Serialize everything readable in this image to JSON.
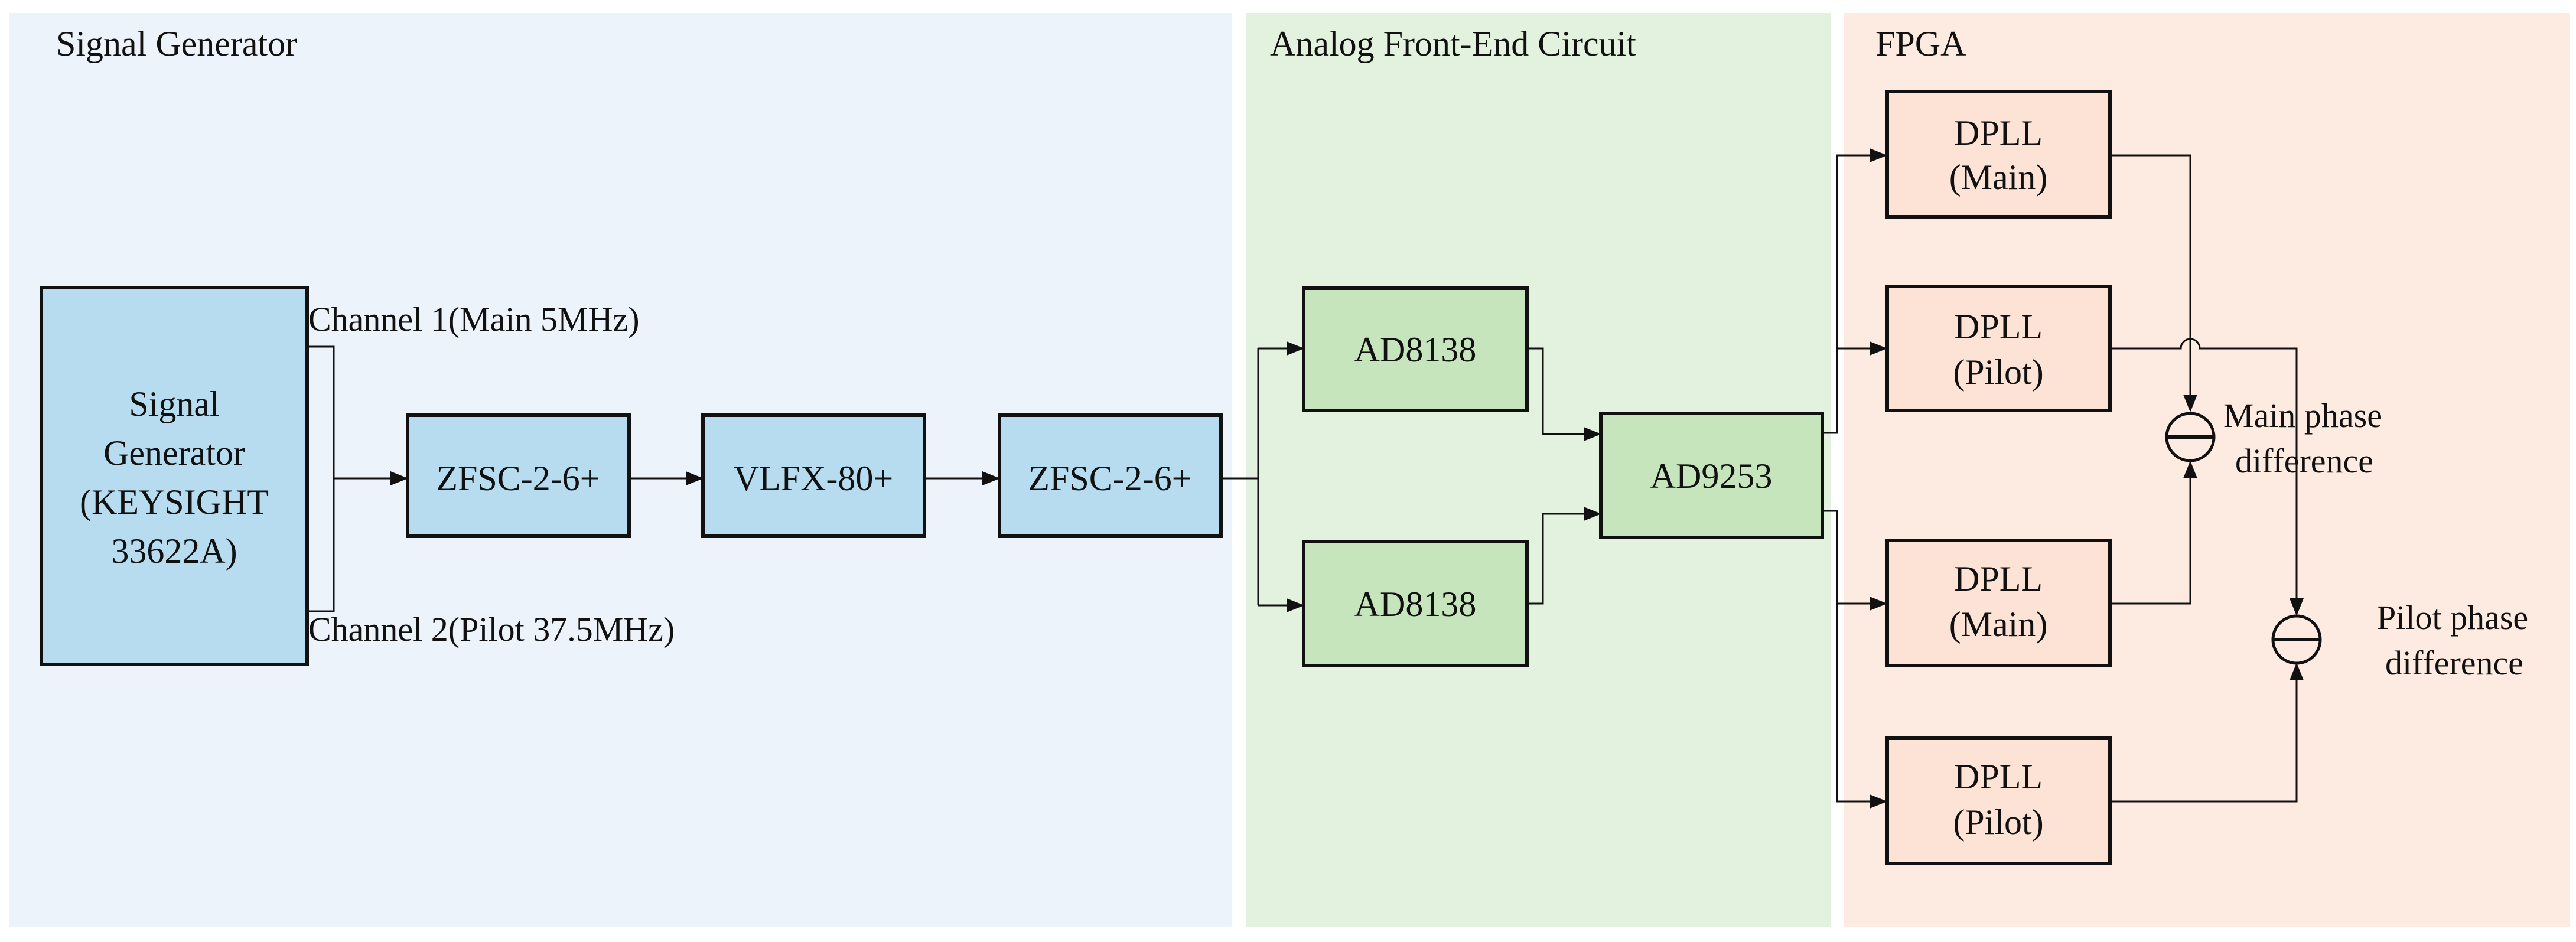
{
  "regions": [
    {
      "id": "sg",
      "title": "Signal Generator",
      "color": "#edf3fb"
    },
    {
      "id": "afe",
      "title": "Analog Front-End Circuit",
      "color": "#e3f1df"
    },
    {
      "id": "fpga",
      "title": "FPGA",
      "color": "#fdebe1"
    }
  ],
  "colors": {
    "blue_block": "#b7dcef",
    "green_block": "#c7e5bd",
    "pink_block": "#fce3d6",
    "line": "#111111"
  },
  "blocks": {
    "signal_generator": {
      "lines": [
        "Signal",
        "Generator",
        "(KEYSIGHT",
        "33622A)"
      ]
    },
    "zfsc_1": {
      "lines": [
        "ZFSC-2-6+"
      ]
    },
    "vlfx": {
      "lines": [
        "VLFX-80+"
      ]
    },
    "zfsc_2": {
      "lines": [
        "ZFSC-2-6+"
      ]
    },
    "ad8138_top": {
      "lines": [
        "AD8138"
      ]
    },
    "ad8138_bottom": {
      "lines": [
        "AD8138"
      ]
    },
    "ad9253": {
      "lines": [
        "AD9253"
      ]
    },
    "dpll_1": {
      "lines": [
        "DPLL",
        "(Main)"
      ]
    },
    "dpll_2": {
      "lines": [
        "DPLL",
        "(Pilot)"
      ]
    },
    "dpll_3": {
      "lines": [
        "DPLL",
        "(Main)"
      ]
    },
    "dpll_4": {
      "lines": [
        "DPLL",
        "(Pilot)"
      ]
    }
  },
  "labels": {
    "channel_1": "Channel 1(Main 5MHz)",
    "channel_2": "Channel 2(Pilot 37.5MHz)",
    "main_phase": [
      "Main phase",
      "difference"
    ],
    "pilot_phase": [
      "Pilot phase",
      "difference"
    ]
  }
}
